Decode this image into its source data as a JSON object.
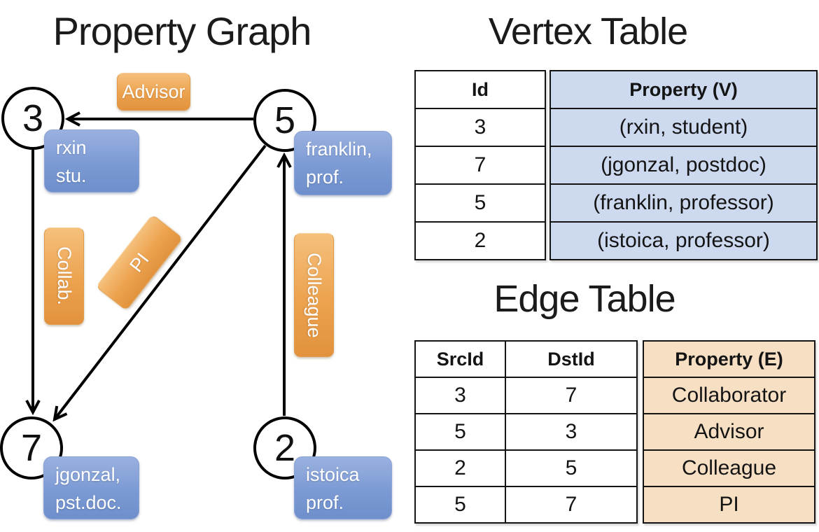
{
  "titles": {
    "graph": "Property Graph",
    "vertex_table": "Vertex Table",
    "edge_table": "Edge Table"
  },
  "graph": {
    "nodes": [
      {
        "id": "3",
        "property_line1": "rxin",
        "property_line2": "stu."
      },
      {
        "id": "5",
        "property_line1": "franklin,",
        "property_line2": "prof."
      },
      {
        "id": "7",
        "property_line1": "jgonzal,",
        "property_line2": "pst.doc."
      },
      {
        "id": "2",
        "property_line1": "istoica",
        "property_line2": "prof."
      }
    ],
    "edge_labels": {
      "advisor": "Advisor",
      "collab": "Collab.",
      "pi": "PI",
      "colleague": "Colleague"
    }
  },
  "vertex_table": {
    "headers": {
      "id": "Id",
      "property": "Property (V)"
    },
    "rows": [
      {
        "id": "3",
        "property": "(rxin, student)"
      },
      {
        "id": "7",
        "property": "(jgonzal, postdoc)"
      },
      {
        "id": "5",
        "property": "(franklin, professor)"
      },
      {
        "id": "2",
        "property": "(istoica, professor)"
      }
    ]
  },
  "edge_table": {
    "headers": {
      "src": "SrcId",
      "dst": "DstId",
      "property": "Property (E)"
    },
    "rows": [
      {
        "src": "3",
        "dst": "7",
        "property": "Collaborator"
      },
      {
        "src": "5",
        "dst": "3",
        "property": "Advisor"
      },
      {
        "src": "2",
        "dst": "5",
        "property": "Colleague"
      },
      {
        "src": "5",
        "dst": "7",
        "property": "PI"
      }
    ]
  },
  "colors": {
    "edge_label_fill_top": "#f5c07c",
    "edge_label_fill_bottom": "#e2923d",
    "vertex_box_fill_top": "#9ab1e0",
    "vertex_box_fill_bottom": "#6e8fcc",
    "vertex_table_property_fill": "#cdd9ef",
    "edge_table_property_fill": "#f6dfc3",
    "line_color": "#000000"
  }
}
